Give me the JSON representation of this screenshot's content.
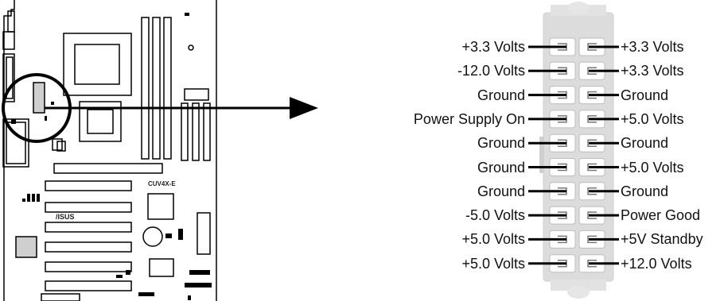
{
  "motherboard": {
    "model": "CUV4X-E",
    "brand": "/ISUS"
  },
  "connector": {
    "left_pins": [
      "+3.3 Volts",
      "-12.0 Volts",
      "Ground",
      "Power Supply On",
      "Ground",
      "Ground",
      "Ground",
      "-5.0 Volts",
      "+5.0 Volts",
      "+5.0 Volts"
    ],
    "right_pins": [
      "+3.3 Volts",
      "+3.3 Volts",
      "Ground",
      "+5.0 Volts",
      "Ground",
      "+5.0 Volts",
      "Ground",
      "Power Good",
      "+5V Standby",
      "+12.0 Volts"
    ]
  }
}
